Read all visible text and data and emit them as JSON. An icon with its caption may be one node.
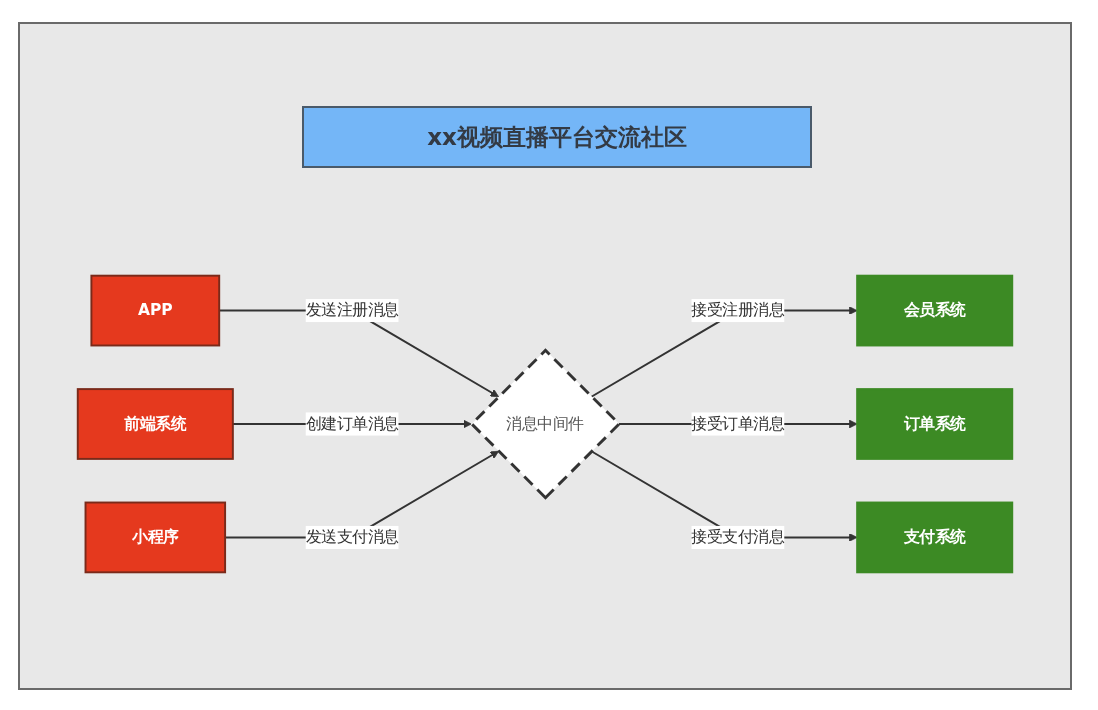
{
  "diagram": {
    "title": "xx视频直播平台交流社区",
    "nodes": [
      {
        "text": [
          "APP"
        ]
      },
      {
        "text": [
          "前端系统"
        ]
      },
      {
        "text": [
          "小程序"
        ]
      },
      {
        "text": [
          "消息中间件"
        ]
      },
      {
        "text": [
          "会员系统"
        ]
      },
      {
        "text": [
          "订单系统"
        ]
      },
      {
        "text": [
          "支付系统"
        ]
      }
    ],
    "edges": [
      {
        "from": 0,
        "to": 3,
        "arrow": "to",
        "label": "发送注册消息"
      },
      {
        "from": 1,
        "to": 3,
        "arrow": "to",
        "label": "创建订单消息"
      },
      {
        "from": 2,
        "to": 3,
        "arrow": "to",
        "label": "发送支付消息"
      },
      {
        "from": 3,
        "to": 4,
        "arrow": "to",
        "label": "接受注册消息"
      },
      {
        "from": 3,
        "to": 5,
        "arrow": "to",
        "label": "接受订单消息"
      },
      {
        "from": 3,
        "to": 6,
        "arrow": "to",
        "label": "接受支付消息"
      }
    ]
  }
}
